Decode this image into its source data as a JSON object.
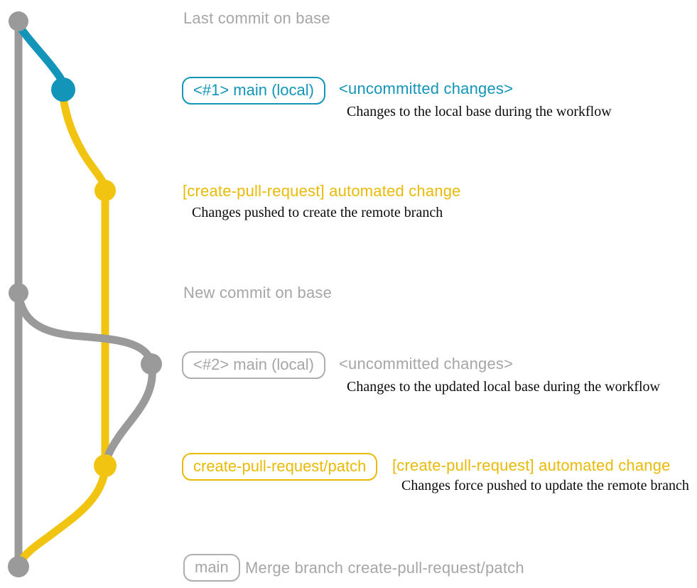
{
  "colors": {
    "gray_line": "#9a9a9a",
    "gray_label": "#a6a6a6",
    "gray_badge_border": "#aeaeae",
    "teal": "#1295b8",
    "yellow_line": "#f0c410",
    "yellow_text": "#e9ba06",
    "detail_text": "#0a0a0a"
  },
  "annotations": {
    "last_commit": {
      "label": "Last commit on base"
    },
    "main_local_1": {
      "badge": "<#1> main (local)",
      "status": "<uncommitted changes>",
      "detail": "Changes to the local base during the workflow"
    },
    "automated_change_1": {
      "label": "[create-pull-request] automated change",
      "detail": "Changes pushed to create the remote branch"
    },
    "new_commit": {
      "label": "New commit on base"
    },
    "main_local_2": {
      "badge": "<#2> main (local)",
      "status": "<uncommitted changes>",
      "detail": "Changes to the updated local base during the workflow"
    },
    "patch_update": {
      "badge": "create-pull-request/patch",
      "label": "[create-pull-request] automated change",
      "detail": "Changes force pushed to update the remote branch"
    },
    "merge": {
      "badge": "main",
      "label": "Merge branch create-pull-request/patch"
    }
  },
  "graph": {
    "branches": [
      {
        "name": "base",
        "color": "gray"
      },
      {
        "name": "main (local) #1",
        "color": "teal"
      },
      {
        "name": "create-pull-request/patch",
        "color": "yellow"
      },
      {
        "name": "main (local) #2",
        "color": "gray"
      }
    ],
    "commit_count": 7
  }
}
